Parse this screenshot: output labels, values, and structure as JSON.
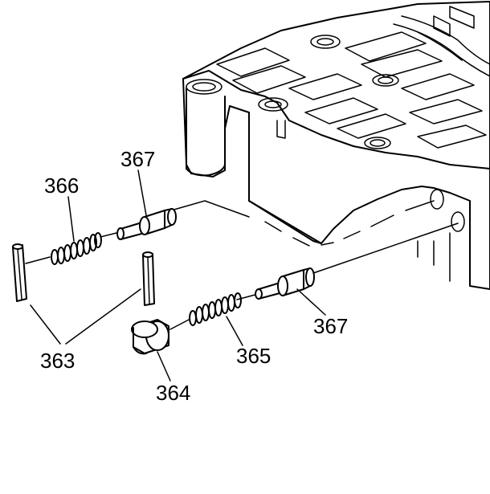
{
  "colors": {
    "line": "#000000",
    "background": "#ffffff"
  },
  "callouts": {
    "c366": "366",
    "c367_upper": "367",
    "c367_lower": "367",
    "c363": "363",
    "c364": "364",
    "c365": "365"
  }
}
